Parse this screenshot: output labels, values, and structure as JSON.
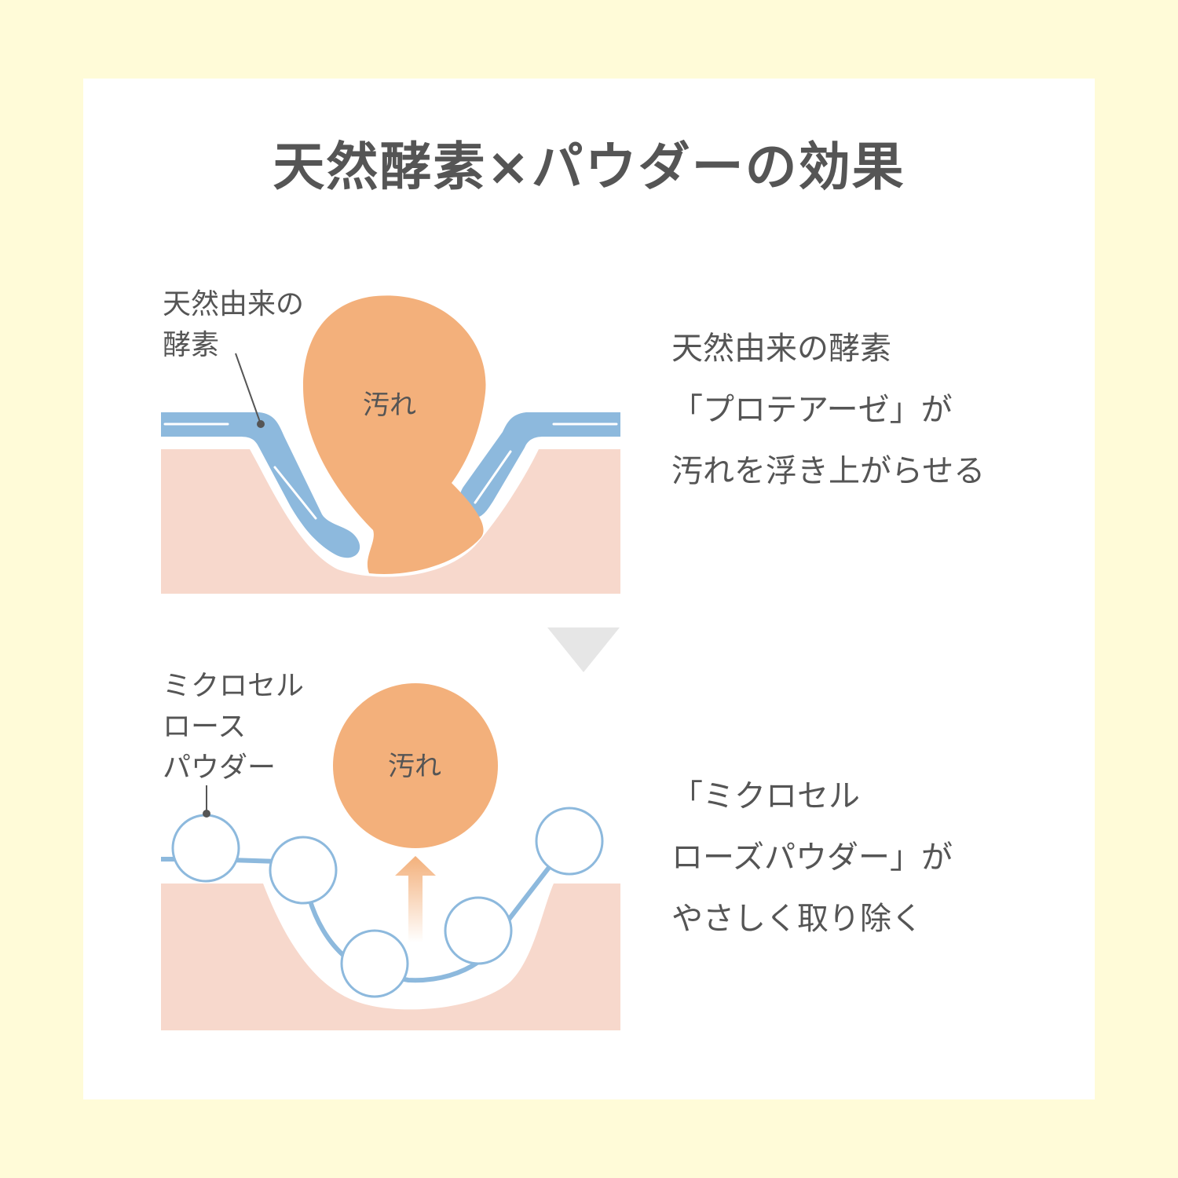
{
  "title": "天然酵素×パウダーの効果",
  "step1": {
    "enzyme_label": "天然由来の\n酵素",
    "dirt_label": "汚れ",
    "description": "天然由来の酵素\n「プロテアーゼ」が\n汚れを浮き上がらせる"
  },
  "step2": {
    "powder_label": "ミクロセル\nロース\nパウダー",
    "dirt_label": "汚れ",
    "description": "「ミクロセル\nローズパウダー」が\nやさしく取り除く"
  },
  "colors": {
    "page_bg": "#FFFBD8",
    "card_bg": "#FFFFFF",
    "text": "#555555",
    "skin": "#F7D8CC",
    "enzyme_blue": "#8DB9DD",
    "dirt_orange": "#F3B07B",
    "arrow_gray": "#E6E6E6"
  }
}
